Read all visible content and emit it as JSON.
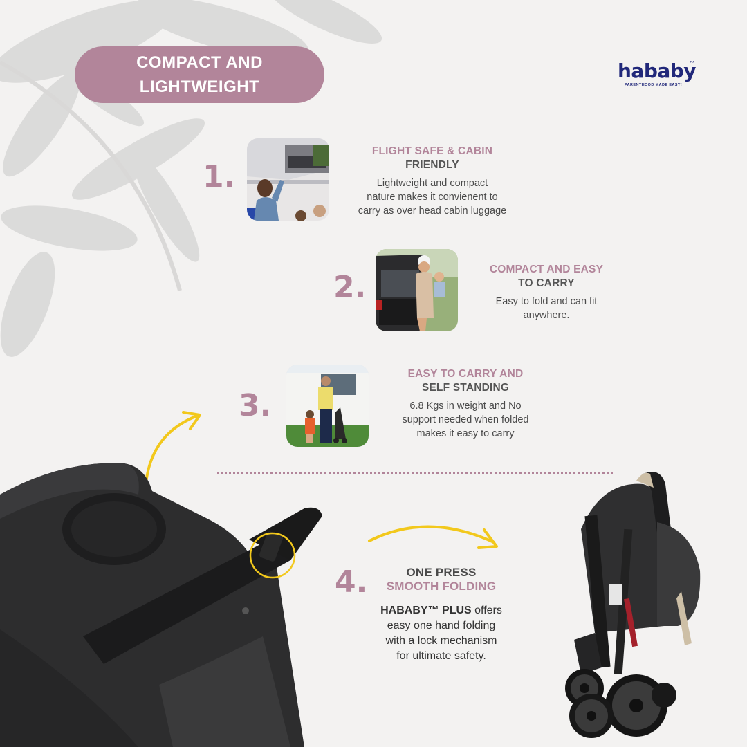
{
  "title": {
    "line1": "COMPACT AND",
    "line2": "LIGHTWEIGHT"
  },
  "logo": {
    "brand": "hababy",
    "tm": "™",
    "tagline": "PARENTHOOD MADE EASY!"
  },
  "features": [
    {
      "number": "1.",
      "heading_line1": "FLIGHT SAFE & CABIN",
      "heading_line2": "FRIENDLY",
      "desc_line1": "Lightweight and compact",
      "desc_line2": "nature makes it convienent to",
      "desc_line3": "carry as over head cabin luggage"
    },
    {
      "number": "2.",
      "heading_line1": "COMPACT AND EASY",
      "heading_line2": "TO CARRY",
      "desc_line1": "Easy to fold and can fit",
      "desc_line2": "anywhere."
    },
    {
      "number": "3.",
      "heading_line1": "EASY TO CARRY AND",
      "heading_line2": "SELF STANDING",
      "desc_line1": "6.8 Kgs in weight and No",
      "desc_line2": "support needed when folded",
      "desc_line3": "makes it easy to carry"
    },
    {
      "number": "4.",
      "heading_line1": "ONE PRESS",
      "heading_line2": "SMOOTH FOLDING",
      "desc_brand": "HABABY™ PLUS",
      "desc_line1_rest": " offers",
      "desc_line2": "easy one hand folding",
      "desc_line3": "with a lock mechanism",
      "desc_line4": "for ultimate safety."
    }
  ],
  "colors": {
    "accent": "#b2859a",
    "background": "#f3f2f1",
    "logo": "#21287a",
    "arrow": "#f2c81c"
  },
  "icons": [
    "curved-arrow-icon",
    "highlight-circle-icon"
  ]
}
